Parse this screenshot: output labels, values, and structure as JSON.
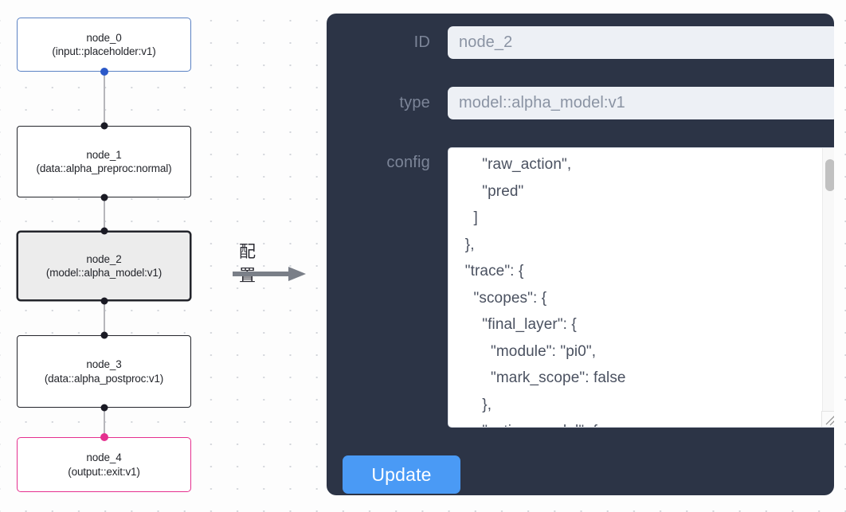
{
  "canvas": {
    "background_color": "#fdfdfd",
    "dot_color": "#d2d5da"
  },
  "graph": {
    "nodes": [
      {
        "id": "node_0",
        "title": "node_0",
        "subtitle": "(input::placeholder:v1)",
        "kind": "input",
        "border_color": "#5b82c4",
        "selected": false
      },
      {
        "id": "node_1",
        "title": "node_1",
        "subtitle": "(data::alpha_preproc:normal)",
        "kind": "data",
        "border_color": "#23252b",
        "selected": false
      },
      {
        "id": "node_2",
        "title": "node_2",
        "subtitle": "(model::alpha_model:v1)",
        "kind": "model",
        "border_color": "#23252b",
        "selected": true
      },
      {
        "id": "node_3",
        "title": "node_3",
        "subtitle": "(data::alpha_postproc:v1)",
        "kind": "data",
        "border_color": "#23252b",
        "selected": false
      },
      {
        "id": "node_4",
        "title": "node_4",
        "subtitle": "(output::exit:v1)",
        "kind": "output",
        "border_color": "#e5308f",
        "selected": false
      }
    ],
    "edges": [
      {
        "from": "node_0",
        "to": "node_1"
      },
      {
        "from": "node_1",
        "to": "node_2"
      },
      {
        "from": "node_2",
        "to": "node_3"
      },
      {
        "from": "node_3",
        "to": "node_4"
      }
    ]
  },
  "transition": {
    "label": "配置",
    "arrow_color": "#7a7f88"
  },
  "config_panel": {
    "background_color": "#2c3446",
    "fields": {
      "id": {
        "label": "ID",
        "value": "node_2"
      },
      "type": {
        "label": "type",
        "value": "model::alpha_model:v1"
      },
      "config": {
        "label": "config",
        "value": "      \"raw_action\",\n      \"pred\"\n    ]\n  },\n  \"trace\": {\n    \"scopes\": {\n      \"final_layer\": {\n        \"module\": \"pi0\",\n        \"mark_scope\": false\n      },\n      \"action_model\": {"
      }
    },
    "update_button": {
      "label": "Update",
      "color": "#4a9af5"
    },
    "scrollbar": {
      "thumb_color": "#c1c1c1"
    }
  }
}
